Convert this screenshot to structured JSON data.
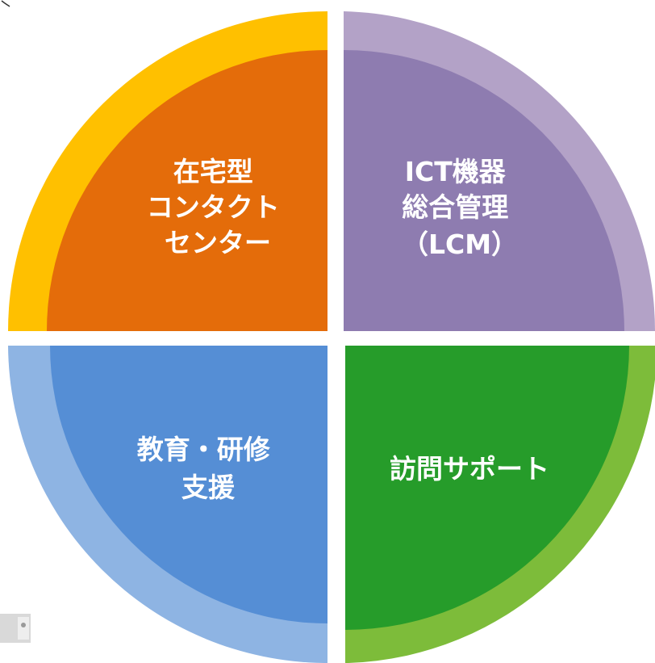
{
  "quadrants": [
    {
      "id": "top-left",
      "lines": [
        "在宅型",
        "コンタクト",
        "センター"
      ],
      "inner_color": "#E46C0A",
      "outer_color": "#FFC000"
    },
    {
      "id": "top-right",
      "lines": [
        "ICT機器",
        "総合管理",
        "（LCM）"
      ],
      "inner_color": "#8E7CB0",
      "outer_color": "#B3A2C7"
    },
    {
      "id": "bottom-left",
      "lines": [
        "教育・研修",
        "支援"
      ],
      "inner_color": "#558ED5",
      "outer_color": "#8EB4E3"
    },
    {
      "id": "bottom-right",
      "lines": [
        "訪問サポート"
      ],
      "inner_color": "#269C2A",
      "outer_color": "#7DBC3A"
    }
  ]
}
